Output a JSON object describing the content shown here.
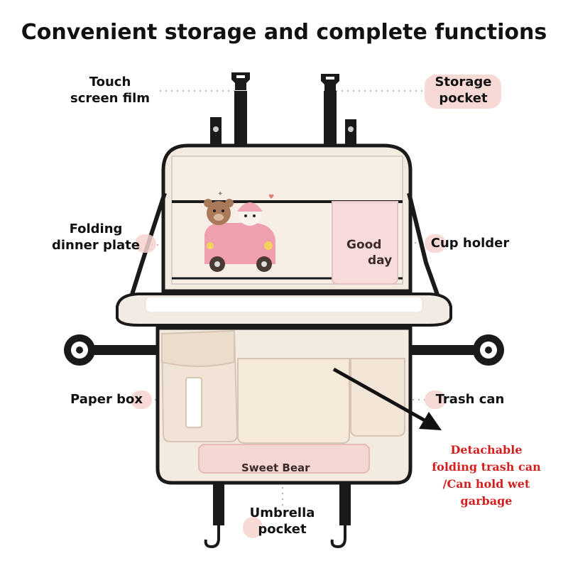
{
  "title": "Convenient storage and complete functions",
  "labels": {
    "touch_screen_film": [
      "Touch",
      "screen film"
    ],
    "storage_pocket": [
      "Storage",
      "pocket"
    ],
    "folding_dinner_plate": [
      "Folding",
      "dinner plate"
    ],
    "cup_holder": "Cup holder",
    "paper_box": "Paper box",
    "trash_can": "Trash can",
    "umbrella_pocket": [
      "Umbrella",
      "pocket"
    ]
  },
  "detachable_note": [
    "Detachable",
    "folding trash can",
    "/Can hold wet",
    "garbage"
  ],
  "product_prints": {
    "cup_holder_text": [
      "Good",
      "day"
    ],
    "bottom_pocket_text": "Sweet Bear"
  },
  "colors": {
    "label_highlight": "#f6d3cf",
    "note_red": "#d41f1f",
    "arrow": "#111111",
    "organizer_body": "#f4ebe0",
    "strap": "#1a1a1a"
  },
  "icons": [
    "buckle-icon",
    "hook-icon",
    "suction-cup-icon",
    "arrow-icon"
  ]
}
